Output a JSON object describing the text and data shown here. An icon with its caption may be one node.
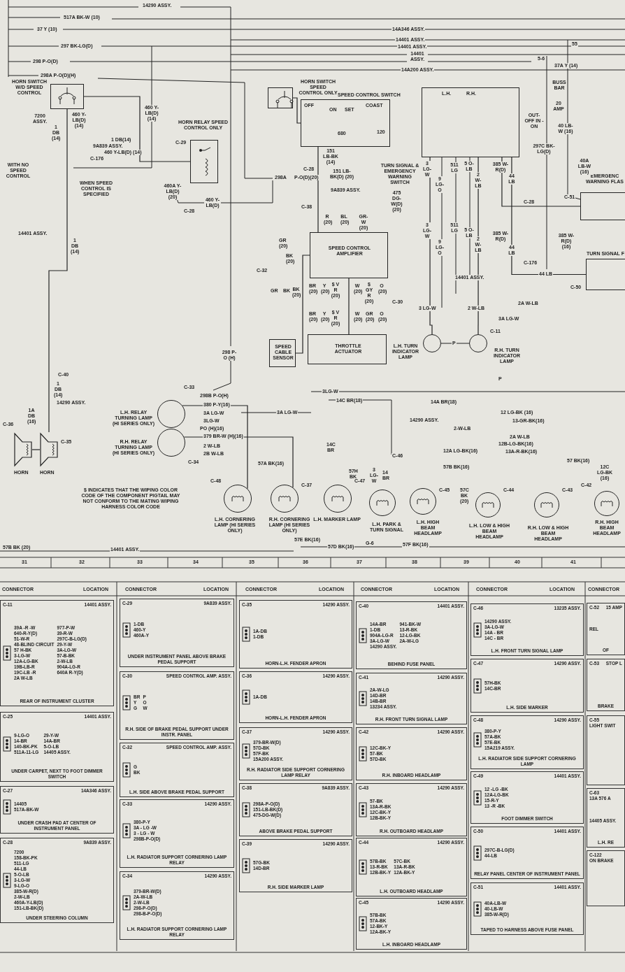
{
  "diagram": {
    "nodes": [
      {
        "text": [
          "HORN SWITCH W/D SPEED CONTROL"
        ]
      },
      {
        "text": [
          "HORN RELAY SPEED CONTROL ONLY"
        ]
      },
      {
        "text": [
          "HORN SWITCH SPEED CONTROL ONLY"
        ]
      },
      {
        "text": [
          "SPEED CONTROL SWITCH",
          "OFF",
          "ON",
          "SET",
          "COAST",
          "680",
          "120"
        ]
      },
      {
        "text": [
          "TURN SIGNAL & EMERGENCY WARNING SWITCH",
          "L.H.",
          "R.H.",
          "OUT-OFF IN -ON"
        ]
      },
      {
        "text": [
          "EMERGENC WARNING FLAS"
        ]
      },
      {
        "text": [
          "TURN SIGNAL F"
        ]
      },
      {
        "text": [
          "SPEED CONTROL AMPLIFIER"
        ]
      },
      {
        "text": [
          "SPEED CABLE SENSOR"
        ]
      },
      {
        "text": [
          "THROTTLE ACTUATOR"
        ]
      },
      {
        "text": [
          "L.H. TURN INDICATOR LAMP"
        ]
      },
      {
        "text": [
          "R.H. TURN INDICATOR LAMP"
        ]
      },
      {
        "text": [
          "L.H. RELAY TURNING LAMP (HI SERIES ONLY)"
        ]
      },
      {
        "text": [
          "R.H. RELAY TURNING LAMP (HI SERIES ONLY)"
        ]
      },
      {
        "text": [
          "HORN"
        ]
      },
      {
        "text": [
          "HORN"
        ]
      },
      {
        "text": [
          "L.H. CORNERING LAMP (HI SERIES ONLY)"
        ]
      },
      {
        "text": [
          "R.H. CORNERING LAMP (HI SERIES ONLY)"
        ]
      },
      {
        "text": [
          "L.H. MARKER LAMP"
        ]
      },
      {
        "text": [
          "L.H. PARK & TURN SIGNAL"
        ]
      },
      {
        "text": [
          "L.H. HIGH BEAM HEADLAMP"
        ]
      },
      {
        "text": [
          "L.H. LOW & HIGH BEAM HEADLAMP"
        ]
      },
      {
        "text": [
          "R.H. LOW & HIGH BEAM HEADLAMP"
        ]
      },
      {
        "text": [
          "R.H. HIGH BEAM HEADLAMP"
        ]
      },
      {
        "text": [
          "C-11",
          "14401 ASSY.",
          "39A -R -W",
          "977-P-W",
          "640-R-Y(D)",
          "39-R-W",
          "51-W-R",
          "297C-B-LG(D)",
          "48-BLIND CIRCUIT",
          "29-Y-W",
          "57 H-BK",
          "3A-LG-W",
          "3-LG-W",
          "57-B-BK",
          "12A-LG-BK",
          "2-W-LB",
          "19B-LB-R",
          "904A-LG-R",
          "19C-LB -R",
          "640A R-Y(D)",
          "2A W-LB",
          "REAR OF INSTRUMENT CLUSTER"
        ]
      },
      {
        "text": [
          "C-25",
          "14401 ASSY.",
          "9-LG-O",
          "29-Y-W",
          "14-BR",
          "14A-BR",
          "140-BK-PK",
          "5-O-LB",
          "511A-11-LG",
          "14405 ASSY.",
          "UNDER CARPET, NEXT TO FOOT DIMMER SWITCH"
        ]
      },
      {
        "text": [
          "C-27",
          "14A346 ASSY.",
          "14405",
          "517A-BK-W",
          "UNDER CRASH PAD AT CENTER OF INSTRUMENT PANEL"
        ]
      },
      {
        "text": [
          "C-28",
          "9A839 ASSY.",
          "7200",
          "158-BK-PK",
          "511-LG",
          "44-LB",
          "5-O-LB",
          "3-LG-W",
          "9-LG-O",
          "385-W-R(D)",
          "2-W-LB",
          "460A-Y-LB(D)",
          "151-LB-BK(D)",
          "UNDER STEERING COLUMN"
        ]
      },
      {
        "text": [
          "C-29",
          "9A839 ASSY.",
          "1-DB",
          "460-Y",
          "460A-Y",
          "UNDER INSTRUMENT PANEL ABOVE BRAKE PEDAL SUPPORT"
        ]
      },
      {
        "text": [
          "C-30",
          "SPEED CONTROL AMP. ASSY.",
          "BR",
          "P",
          "Y",
          "O",
          "G",
          "W",
          "R.H. SIDE OF BRAKE PEDAL SUPPORT UNDER INSTR. PANEL"
        ]
      },
      {
        "text": [
          "C-32",
          "SPEED CONTROL AMP. ASSY.",
          "G",
          "BK",
          "L.H. SIDE ABOVE BRAKE PEDAL SUPPORT"
        ]
      },
      {
        "text": [
          "C-33",
          "14290 ASSY.",
          "380-P-Y",
          "3A - LG -W",
          "3 - LG - W",
          "298B-P-O(D)",
          "L.H. RADIATOR SUPPORT CORNERING LAMP RELAY"
        ]
      },
      {
        "text": [
          "C-34",
          "14290 ASSY.",
          "379-BR-W(D)",
          "2A-W-LB",
          "2-W-LB",
          "298-P-O(D)",
          "298-B-P-O(D)",
          "L.H. RADIATOR SUPPORT CORNERING LAMP RELAY"
        ]
      },
      {
        "text": [
          "C-35",
          "14290 ASSY.",
          "1A-DB",
          "1-DB",
          "HORN-L.H. FENDER APRON"
        ]
      },
      {
        "text": [
          "C-36",
          "14290 ASSY.",
          "1A-DB",
          "HORN-L.H. FENDER APRON"
        ]
      },
      {
        "text": [
          "C-37",
          "14290 ASSY.",
          "379-BR-W(D)",
          "57D-BK",
          "57F-BK",
          "15A200 ASSY.",
          "R.H. RADIATOR SIDE SUPPORT CORNERING LAMP RELAY"
        ]
      },
      {
        "text": [
          "C-38",
          "9A839 ASSY.",
          "298A-P-O(D)",
          "151-LB-BK(D)",
          "475-DG-W(D)",
          "ABOVE BRAKE PEDAL SUPPORT"
        ]
      },
      {
        "text": [
          "C-39",
          "14290 ASSY.",
          "57G-BK",
          "14D-BR",
          "R.H. SIDE MARKER LAMP"
        ]
      },
      {
        "text": [
          "C-40",
          "14401 ASSY.",
          "14A-BR",
          "941-BK-W",
          "1-DB",
          "13-R-BK",
          "904A-LG-R",
          "12-LG-BK",
          "3A-LG-W",
          "2A-W-LG",
          "14290 ASSY.",
          "BEHIND FUSE PANEL"
        ]
      },
      {
        "text": [
          "C-41",
          "14290 ASSY.",
          "2A-W-LG",
          "14D-BR",
          "14B-BR",
          "13234 ASSY.",
          "R.H. FRONT TURN SIGNAL LAMP"
        ]
      },
      {
        "text": [
          "C-42",
          "14290 ASSY.",
          "12C-BK-Y",
          "57-BK",
          "57D-BK",
          "R.H. INBOARD HEADLAMP"
        ]
      },
      {
        "text": [
          "C-43",
          "14290 ASSY.",
          "57-BK",
          "13A-R-BK",
          "12C-BK-Y",
          "12B-BK-Y",
          "R.H. OUTBOARD HEADLAMP"
        ]
      },
      {
        "text": [
          "C-44",
          "14290 ASSY.",
          "57B-BK",
          "57C-BK",
          "13-R-BK",
          "13A-R-BK",
          "12B-BK-Y",
          "12A-BK-Y",
          "L.H. OUTBOARD HEADLAMP"
        ]
      },
      {
        "text": [
          "C-45",
          "14290 ASSY.",
          "57B-BK",
          "57A-BK",
          "12-BK-Y",
          "12A-BK-Y",
          "L.H. INBOARD HEADLAMP"
        ]
      },
      {
        "text": [
          "C-46",
          "13235 ASSY.",
          "14290 ASSY.",
          "3A-LG-W",
          "14A - BR",
          "14C - BR",
          "L.H. FRONT TURN SIGNAL LAMP"
        ]
      },
      {
        "text": [
          "C-47",
          "14290 ASSY.",
          "57H-BK",
          "14C-BR",
          "L.H. SIDE MARKER"
        ]
      },
      {
        "text": [
          "C-48",
          "14290 ASSY.",
          "380-P-Y",
          "57A-BK",
          "57E-BK",
          "15A219 ASSY.",
          "L.H. RADIATOR SIDE SUPPORT CORNERING LAMP"
        ]
      },
      {
        "text": [
          "C-49",
          "14401 ASSY.",
          "12 -LG -BK",
          "12A-LG-BK",
          "15-R-Y",
          "13 -R -BK",
          "FOOT DIMMER SWITCH"
        ]
      },
      {
        "text": [
          "C-50",
          "14401 ASSY.",
          "297C-B-LG(D)",
          "44-LB",
          "RELAY PANEL CENTER OF INSTRUMENT PANEL"
        ]
      },
      {
        "text": [
          "C-51",
          "14401 ASSY.",
          "40A-LB-W",
          "40-LB-W",
          "385-W-R(D)",
          "TAPED TO HARNESS ABOVE FUSE PANEL"
        ]
      },
      {
        "text": [
          "C-52",
          "15 AMP",
          "REL",
          "OF"
        ]
      },
      {
        "text": [
          "C-53",
          "STOP L",
          "BRAKE"
        ]
      },
      {
        "text": [
          "C-55",
          "LIGHT SWIT"
        ]
      },
      {
        "text": [
          "C-63",
          "13A 576 A",
          "14405 ASSY.",
          "L.H. RE"
        ]
      },
      {
        "text": [
          "C-122",
          "ON BRAKE"
        ]
      }
    ],
    "edges": [
      {
        "from": 0,
        "to": 1,
        "arrow": "none"
      },
      {
        "from": 15,
        "to": 0,
        "arrow": "none"
      },
      {
        "from": 14,
        "to": 15,
        "arrow": "none"
      },
      {
        "from": 2,
        "to": 3,
        "arrow": "none"
      },
      {
        "from": 3,
        "to": 7,
        "arrow": "none"
      },
      {
        "from": 8,
        "to": 7,
        "arrow": "none"
      },
      {
        "from": 7,
        "to": 9,
        "arrow": "none"
      },
      {
        "from": 4,
        "to": 10,
        "arrow": "none"
      },
      {
        "from": 4,
        "to": 11,
        "arrow": "none"
      },
      {
        "from": 10,
        "to": 11,
        "arrow": "none",
        "label": "P"
      },
      {
        "from": 4,
        "to": 5,
        "arrow": "none"
      },
      {
        "from": 4,
        "to": 6,
        "arrow": "none",
        "label": "44 LB"
      },
      {
        "from": 12,
        "to": 16,
        "arrow": "none",
        "label": "380 P-Y(16)"
      },
      {
        "from": 13,
        "to": 17,
        "arrow": "none",
        "label": "379 BR-W (H)(16)"
      }
    ],
    "labels": [
      "14290 ASSY.",
      "517A BK-W (10)",
      "37 Y (10)",
      "297 BK-LG(D)",
      "298 P-O(D)",
      "298A P-O(D)(H)",
      "14A346 ASSY.",
      "14401 ASSY.",
      "14401 ASSY.",
      "14401 ASSY.",
      "14A200 ASSY.",
      "55",
      "5-6",
      "37A Y (14)",
      "BUSS BAR",
      "20 AMP",
      "40 LB-W (16)",
      "297C BK-LG(D)",
      "40A LB-W (16)",
      "C-51",
      "385 W-R(D) (16)",
      "C-50",
      "7200 ASSY.",
      "1 DB (14)",
      "460 Y-LB(D) (14)",
      "460 Y-LB(D) (14)",
      "1 DB(14)",
      "9A839 ASSY.",
      "460 Y-LB(D) (14)",
      "C-176",
      "WITH NO SPEED CONTROL",
      "WHEN SPEED CONTROL IS SPECIFIED",
      "C-29",
      "460A Y-LB(D) (20)",
      "C-28",
      "460 Y-LB(D)",
      "298A",
      "P-O(D)(20)",
      "151 LB-BK (14)",
      "C-28",
      "151 LB-BK(D) (20)",
      "9A839 ASSY.",
      "475 DG-W(D) (20)",
      "C-38",
      "R (20)",
      "BL (20)",
      "GR-W (20)",
      "3 LG-W",
      "9 LG-O",
      "511 LG",
      "5 O-LB",
      "2 W-LB",
      "385 W-R(D)",
      "44 LB",
      "C-28",
      "3 LG-W",
      "9 LG-O",
      "511 LG",
      "5 O-LB",
      "2 W-LB",
      "385 W-R(D)",
      "44 LB",
      "C-176",
      "14401 ASSY.",
      "GR (20)",
      "BK (20)",
      "C-32",
      "GR",
      "BK",
      "BK (20)",
      "BR (20)",
      "Y (20)",
      "$ V R (20)",
      "W (20)",
      "$ GY R (20)",
      "O (20)",
      "C-30",
      "BR (20)",
      "Y (20)",
      "$ V R (20)",
      "W (20)",
      "GR (20)",
      "O (20)",
      "14401 ASSY.",
      "1 DB (14)",
      "298 P-O (H)",
      "C-40",
      "1 DB (14)",
      "14290 ASSY.",
      "1A DB (16)",
      "C-36",
      "C-35",
      "C-33",
      "298B P-O(H)",
      "3A LG-W",
      "3LG-W",
      "PO (H)(16)",
      "2 W-LB",
      "2B W-LB",
      "C-34",
      "3A LG-W",
      "3LG-W",
      "14C BR(18)",
      "14A BR(18)",
      "12 LG-BK (16)",
      "14290 ASSY.",
      "13-GR-BK(16)",
      "2-W-LB",
      "2A W-LB",
      "12B-LG-BK(16)",
      "12A LG-BK(16)",
      "13A-R-BK(16)",
      "57 BK(16)",
      "57A BK(16)",
      "14C BR",
      "57H BK",
      "C-47",
      "3 LG-W",
      "14 BR",
      "C-46",
      "57B BK(16)",
      "C-45",
      "57C BK (20)",
      "C-44",
      "C-43",
      "C-42",
      "12C LG-BK (16)",
      "C-48",
      "C-37",
      "$ INDICATES THAT THE WIPING COLOR CODE OF THE COMPONENT PIGTAIL MAY NOT CONFORM TO THE MATING WIPING HARNESS COLOR CODE",
      "57E BK(16)",
      "G-6",
      "57D BK(16)",
      "57F BK(16)",
      "57B BK (20)",
      "14401 ASSY.",
      "3 LG-W",
      "2 W-LB",
      "2A W-LB",
      "3A LG-W",
      "C-11",
      "P",
      "31",
      "32",
      "33",
      "34",
      "35",
      "36",
      "37",
      "38",
      "39",
      "40",
      "41",
      "CONNECTOR",
      "LOCATION",
      "CONNECTOR",
      "LOCATION",
      "CONNECTOR",
      "LOCATION",
      "CONNECTOR",
      "LOCATION",
      "CONNECTOR",
      "LOCATION",
      "CONNECTOR"
    ]
  }
}
